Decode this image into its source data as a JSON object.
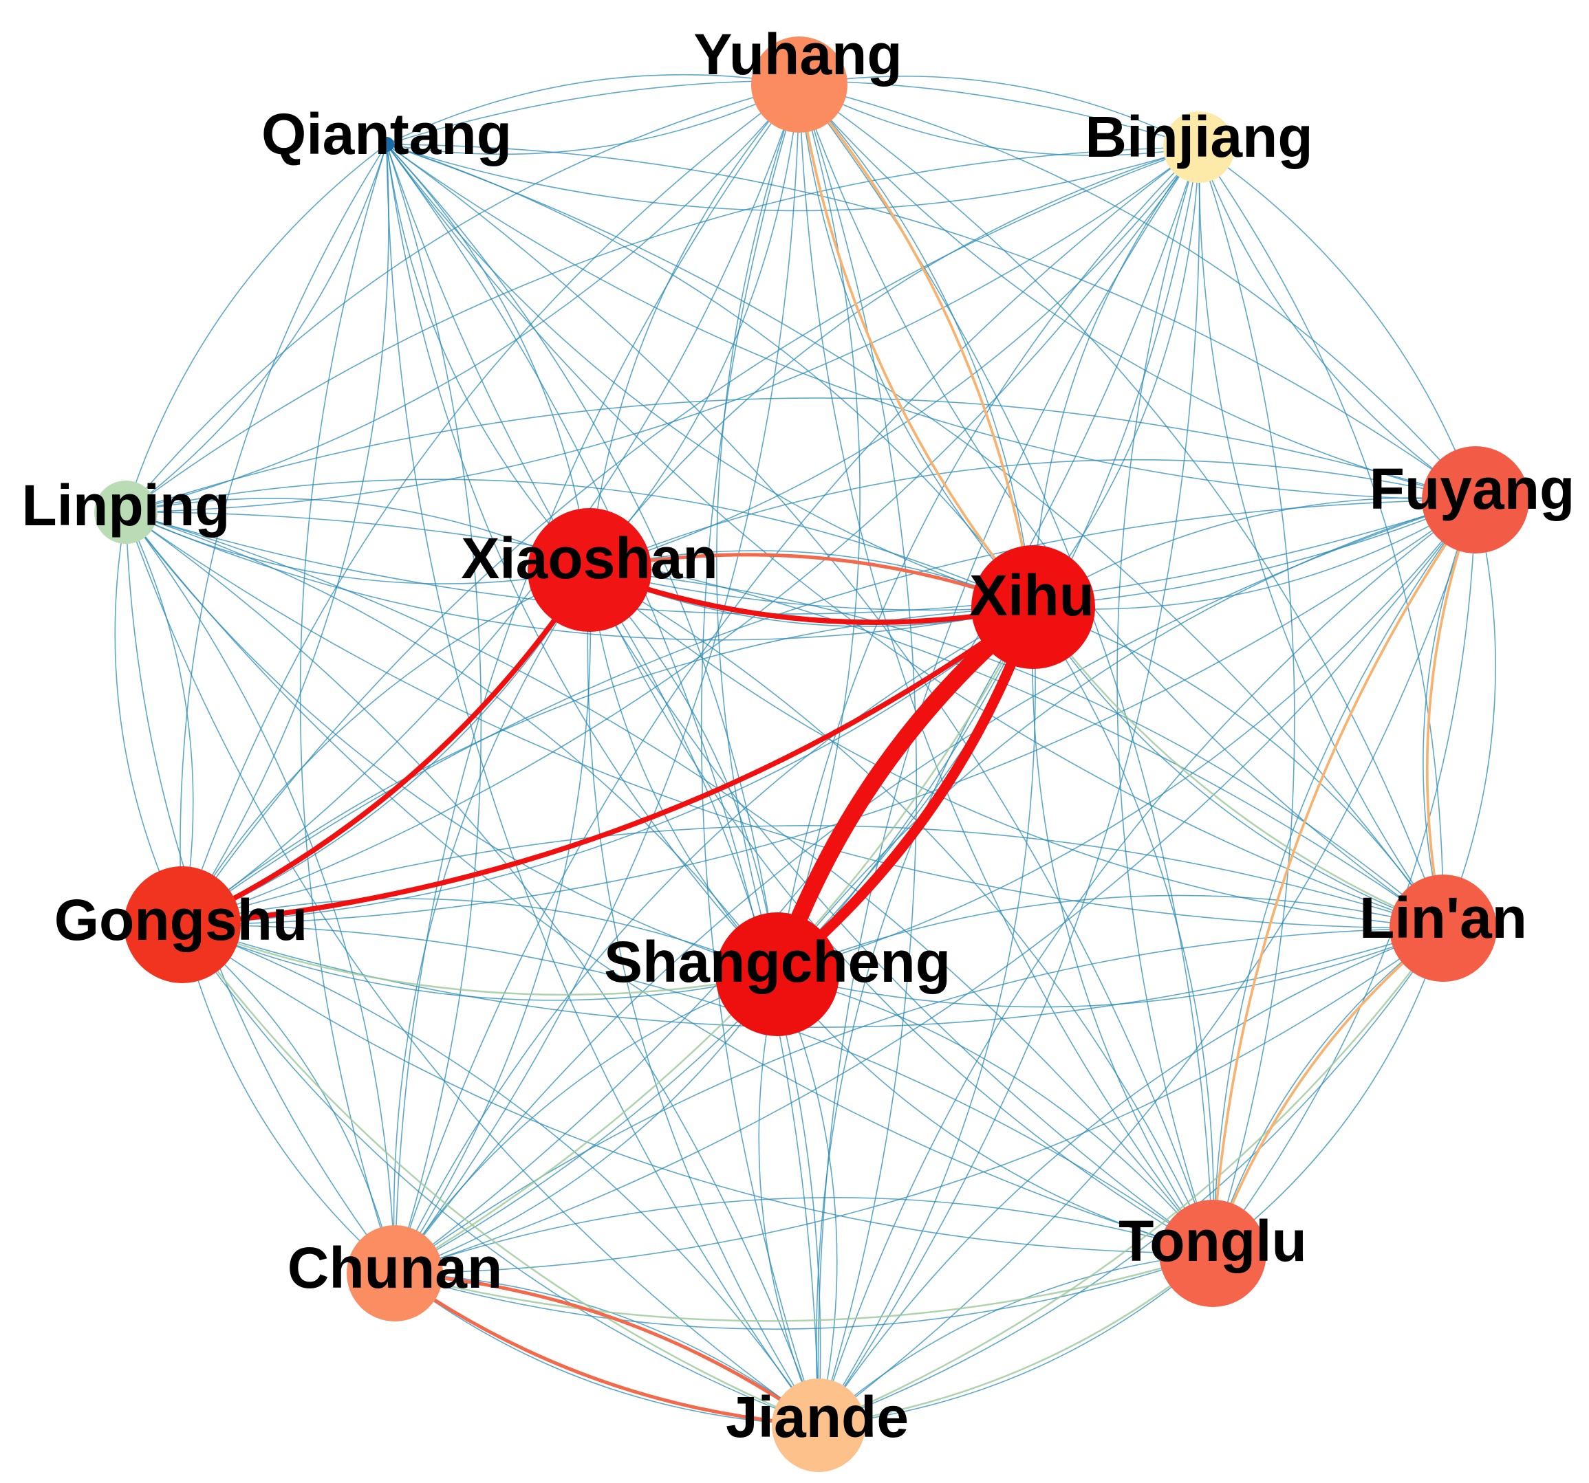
{
  "colors": {
    "background": "#ffffff",
    "label": "#000000",
    "edge_weak": "#2a8bb5",
    "edge_mid": "#9cc79a",
    "edge_medium": "#f7b26f",
    "edge_strong": "#f26a4b",
    "edge_max": "#f01010"
  },
  "nodes": [
    {
      "id": "yuhang",
      "label": "Yuhang",
      "color": "#fb8c60"
    },
    {
      "id": "qiantang",
      "label": "Qiantang",
      "color": "#1a6aa3"
    },
    {
      "id": "binjiang",
      "label": "Binjiang",
      "color": "#fdeaa8"
    },
    {
      "id": "linping",
      "label": "Linping",
      "color": "#b9dcb5"
    },
    {
      "id": "fuyang",
      "label": "Fuyang",
      "color": "#f25b45"
    },
    {
      "id": "xiaoshan",
      "label": "Xiaoshan",
      "color": "#f01414"
    },
    {
      "id": "xihu",
      "label": "Xihu",
      "color": "#f01010"
    },
    {
      "id": "gongshu",
      "label": "Gongshu",
      "color": "#f1341f"
    },
    {
      "id": "shangcheng",
      "label": "Shangcheng",
      "color": "#ee0f0f"
    },
    {
      "id": "linan",
      "label": "Lin'an",
      "color": "#f45e46"
    },
    {
      "id": "chunan",
      "label": "Chunan",
      "color": "#fb8d62"
    },
    {
      "id": "tonglu",
      "label": "Tonglu",
      "color": "#f5654b"
    },
    {
      "id": "jiande",
      "label": "Jiande",
      "color": "#fdc18c"
    }
  ],
  "strong_edges": [
    {
      "source": "xihu",
      "target": "shangcheng",
      "level": "max",
      "weight": 10
    },
    {
      "source": "shangcheng",
      "target": "xihu",
      "level": "max",
      "weight": 6
    },
    {
      "source": "xiaoshan",
      "target": "xihu",
      "level": "max",
      "weight": 3
    },
    {
      "source": "gongshu",
      "target": "xiaoshan",
      "level": "max",
      "weight": 3
    },
    {
      "source": "gongshu",
      "target": "xihu",
      "level": "max",
      "weight": 3
    },
    {
      "source": "xiaoshan",
      "target": "xihu",
      "level": "strong",
      "weight": 2
    },
    {
      "source": "xihu",
      "target": "xiaoshan",
      "level": "strong",
      "weight": 2
    },
    {
      "source": "chunan",
      "target": "jiande",
      "level": "strong",
      "weight": 2
    },
    {
      "source": "jiande",
      "target": "chunan",
      "level": "strong",
      "weight": 2
    },
    {
      "source": "yuhang",
      "target": "xihu",
      "level": "medium",
      "weight": 1.5
    },
    {
      "source": "xihu",
      "target": "yuhang",
      "level": "medium",
      "weight": 1.5
    },
    {
      "source": "fuyang",
      "target": "tonglu",
      "level": "medium",
      "weight": 1.5
    },
    {
      "source": "linan",
      "target": "tonglu",
      "level": "medium",
      "weight": 1.5
    },
    {
      "source": "fuyang",
      "target": "linan",
      "level": "medium",
      "weight": 1.5
    },
    {
      "source": "chunan",
      "target": "xihu",
      "level": "mid",
      "weight": 1
    },
    {
      "source": "gongshu",
      "target": "shangcheng",
      "level": "mid",
      "weight": 1
    },
    {
      "source": "jiande",
      "target": "tonglu",
      "level": "mid",
      "weight": 1
    },
    {
      "source": "jiande",
      "target": "linan",
      "level": "mid",
      "weight": 1
    },
    {
      "source": "chunan",
      "target": "tonglu",
      "level": "mid",
      "weight": 1
    },
    {
      "source": "xihu",
      "target": "linan",
      "level": "mid",
      "weight": 1
    },
    {
      "source": "gongshu",
      "target": "jiande",
      "level": "mid",
      "weight": 1
    }
  ]
}
